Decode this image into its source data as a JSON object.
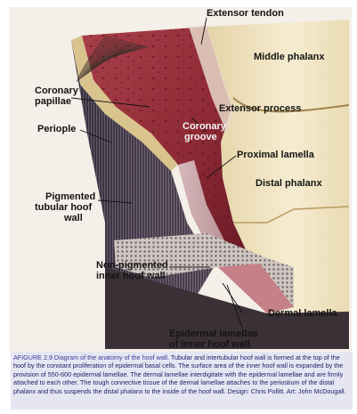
{
  "labels": {
    "extensor_tendon": "Extensor tendon",
    "middle_phalanx": "Middle phalanx",
    "coronary_papillae_line1": "Coronary",
    "coronary_papillae_line2": "papillae",
    "extensor_process": "Extensor process",
    "periople": "Periople",
    "coronary_groove_line1": "Coronary",
    "coronary_groove_line2": "groove",
    "proximal_lamella": "Proximal lamella",
    "distal_phalanx": "Distal phalanx",
    "pigmented_line1": "Pigmented",
    "pigmented_line2": "tubular hoof",
    "pigmented_line3": "wall",
    "non_pigmented_line1": "Non-pigmented",
    "non_pigmented_line2": "inner hoof wall",
    "dermal_lamella": "Dermal lamella",
    "epidermal_lamellae_line1": "Epidermal lamellae",
    "epidermal_lamellae_line2": "of inner hoof wall"
  },
  "caption": {
    "figure_label": "AFIGURE  2.9  Diagram of the anatomy of the hoof wall.",
    "text": "Tubular and intertubular hoof wall is formed at the top of the hoof by the constant proliferation of epidermal basal cells. The surface area of the inner hoof wall is expanded by the provision of 550-600 epidermal lamellae.  The dermal lamellae interdigitate with the epidermal lamellae and are firmly attached to each other.  The tough connective tissue of the dermal lamellae attaches to the periostium of the distal phalanx and thus suspends the distal phalanx to the inside of the hoof wall.  Design: Chris Pollitt.  Art: John McDougall."
  },
  "colors": {
    "dermis": "#8e2a35",
    "dermis_dark": "#5a1520",
    "bone": "#efe2bd",
    "horn": "#3e3540",
    "lamellae": "#c0a0a4",
    "caption_bg": "#e6e6f3",
    "caption_text": "#1b1b66"
  }
}
